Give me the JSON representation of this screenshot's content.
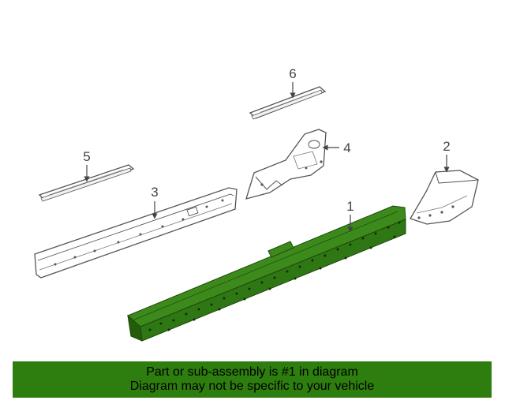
{
  "diagram": {
    "callouts": [
      {
        "id": "1",
        "label": "1"
      },
      {
        "id": "2",
        "label": "2"
      },
      {
        "id": "3",
        "label": "3"
      },
      {
        "id": "4",
        "label": "4"
      },
      {
        "id": "5",
        "label": "5"
      },
      {
        "id": "6",
        "label": "6"
      }
    ],
    "highlight_part": "1",
    "colors": {
      "highlight_fill": "#3d8a1c",
      "highlight_dark": "#245c0c",
      "outline": "#555555",
      "banner": "#2e7d0f"
    }
  },
  "banner": {
    "line1": "Part or sub-assembly is #1 in diagram",
    "line2": "Diagram may not be specific to your vehicle"
  }
}
